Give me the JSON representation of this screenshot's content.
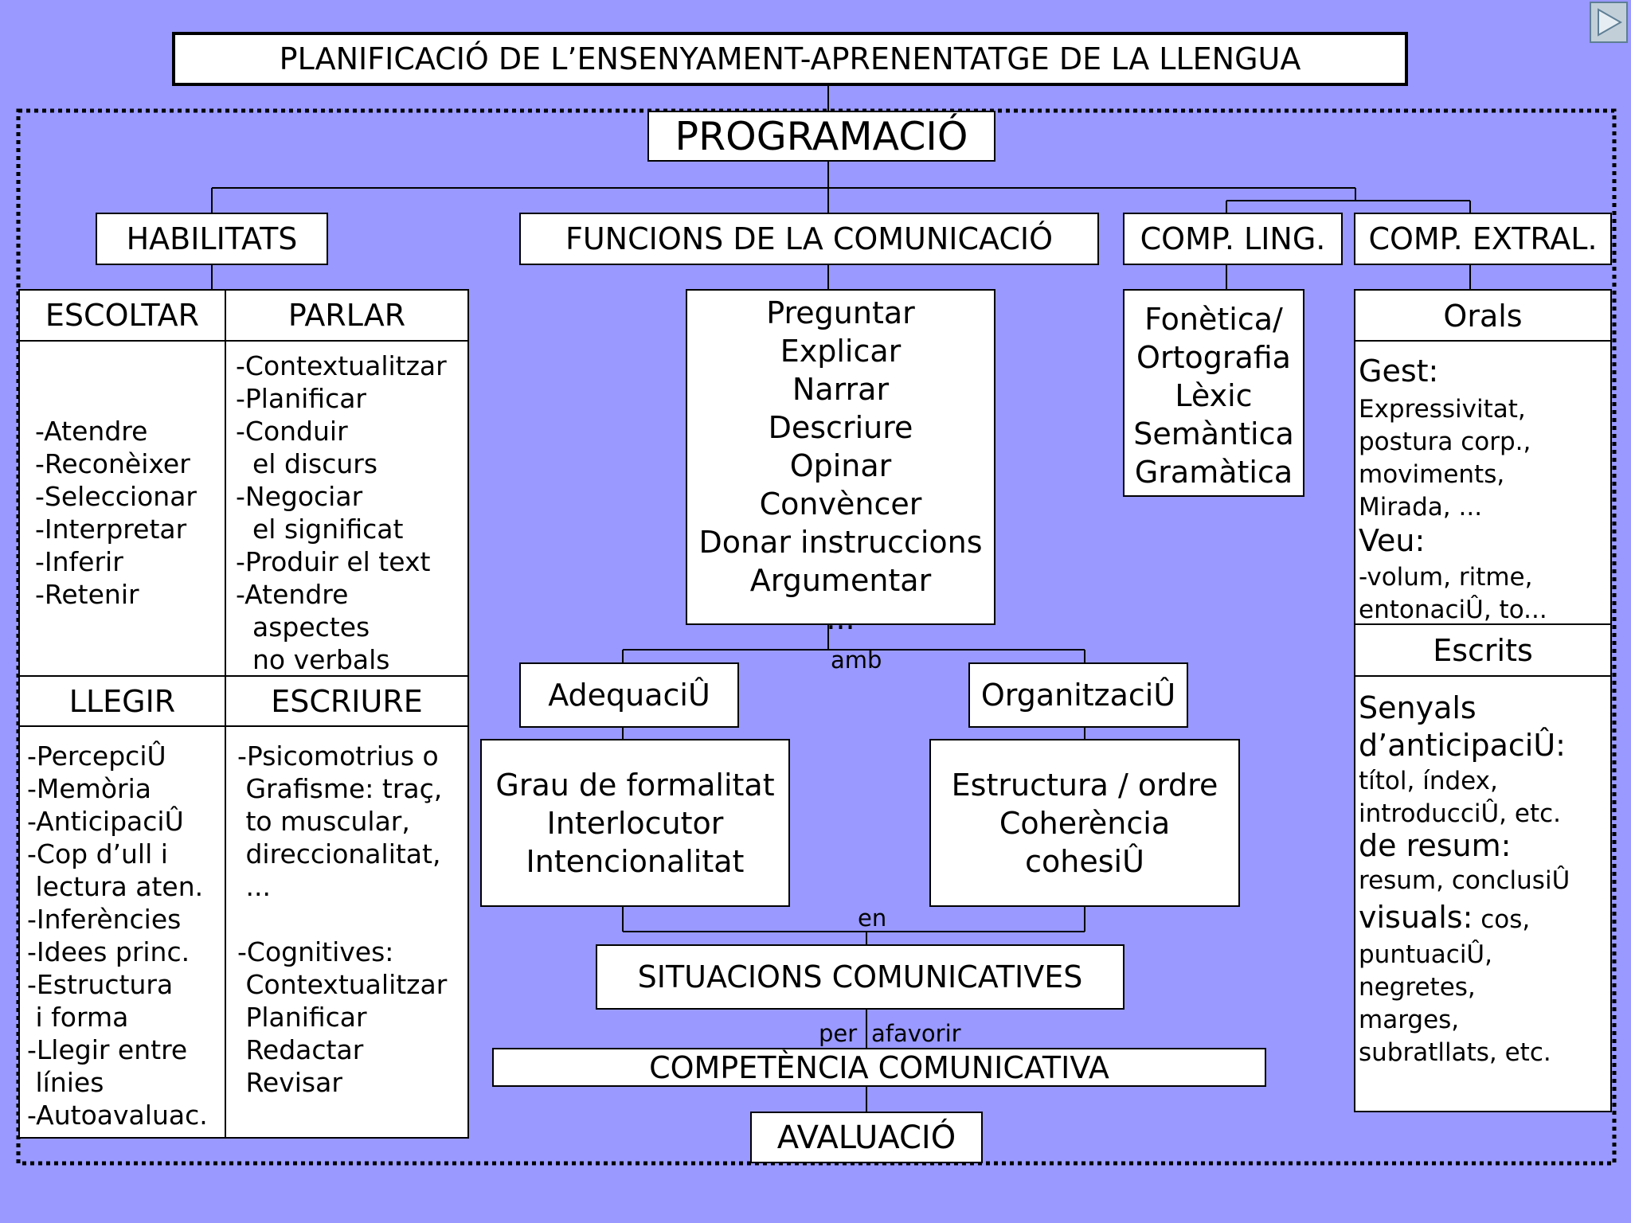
{
  "title": "PLANIFICACIÓ DE L’ENSENYAMENT-APRENENTATGE DE LA LLENGUA",
  "programacio": "PROGRAMACIÓ",
  "branches": {
    "habilitats": "HABILITATS",
    "funcions": "FUNCIONS DE LA COMUNICACIÓ",
    "comp_ling": "COMP. LING.",
    "comp_extral": "COMP. EXTRAL."
  },
  "habilitats": {
    "escoltar": {
      "header": "ESCOLTAR",
      "items": "-Atendre\n-Reconèixer\n-Seleccionar\n-Interpretar\n-Inferir\n-Retenir"
    },
    "parlar": {
      "header": "PARLAR",
      "items": "-Contextualitzar\n-Planificar\n-Conduir\n  el discurs\n-Negociar\n  el significat\n-Produir el text\n-Atendre\n  aspectes\n  no verbals"
    },
    "llegir": {
      "header": "LLEGIR",
      "items": "-PercepciÛ\n-Memòria\n-AnticipaciÛ\n-Cop d’ull i\n lectura aten.\n-Inferències\n-Idees princ.\n-Estructura\n i forma\n-Llegir entre\n línies\n-Autoavaluac."
    },
    "escriure": {
      "header": "ESCRIURE",
      "items": "-Psicomotrius o\n Grafisme: traç,\n to muscular,\n direccionalitat,\n ...\n\n-Cognitives:\n Contextualitzar\n Planificar\n Redactar\n Revisar"
    }
  },
  "funcions_list": "Preguntar\nExplicar\nNarrar\nDescriure\nOpinar\nConvèncer\nDonar instruccions\nArgumentar\n...",
  "comp_ling_list": "Fonètica/\nOrtografia\nLèxic\nSemàntica\nGramàtica",
  "extral": {
    "orals": "Orals",
    "gest_h": "Gest:",
    "gest_t": "Expressivitat,\npostura corp.,\nmoviments,\nMirada, ...",
    "veu_h": "Veu:",
    "veu_t": "-volum, ritme,\nentonaciÛ, to...",
    "escrits": "Escrits",
    "senyals_h": "Senyals\nd’anticipaciÛ:",
    "senyals_t": "títol, índex,\nintroducciÛ, etc.",
    "resum_h": "de resum:",
    "resum_t": "resum, conclusiÛ",
    "visuals_h": "visuals:",
    "visuals_t1": " cos,",
    "visuals_t2": "puntuaciÛ,\nnegretes,\nmarges,\nsubratllats, etc."
  },
  "amb": "amb",
  "adequacio": "AdequaciÛ",
  "organitzacio": "OrganitzaciÛ",
  "adequacio_list": "Grau de formalitat\nInterlocutor\nIntencionalitat",
  "organitzacio_list": "Estructura / ordre\nCoherència\ncohesiÛ",
  "en": "en",
  "situacions": "SITUACIONS COMUNICATIVES",
  "per": "per",
  "afavorir": "afavorir",
  "competencia": "COMPETÈNCIA COMUNICATIVA",
  "avaluacio": "AVALUACIÓ",
  "nav_icon": "play-arrow-icon",
  "colors": {
    "background": "#9999ff",
    "box": "#ffffff",
    "nav_button": "#c2cfd9"
  }
}
